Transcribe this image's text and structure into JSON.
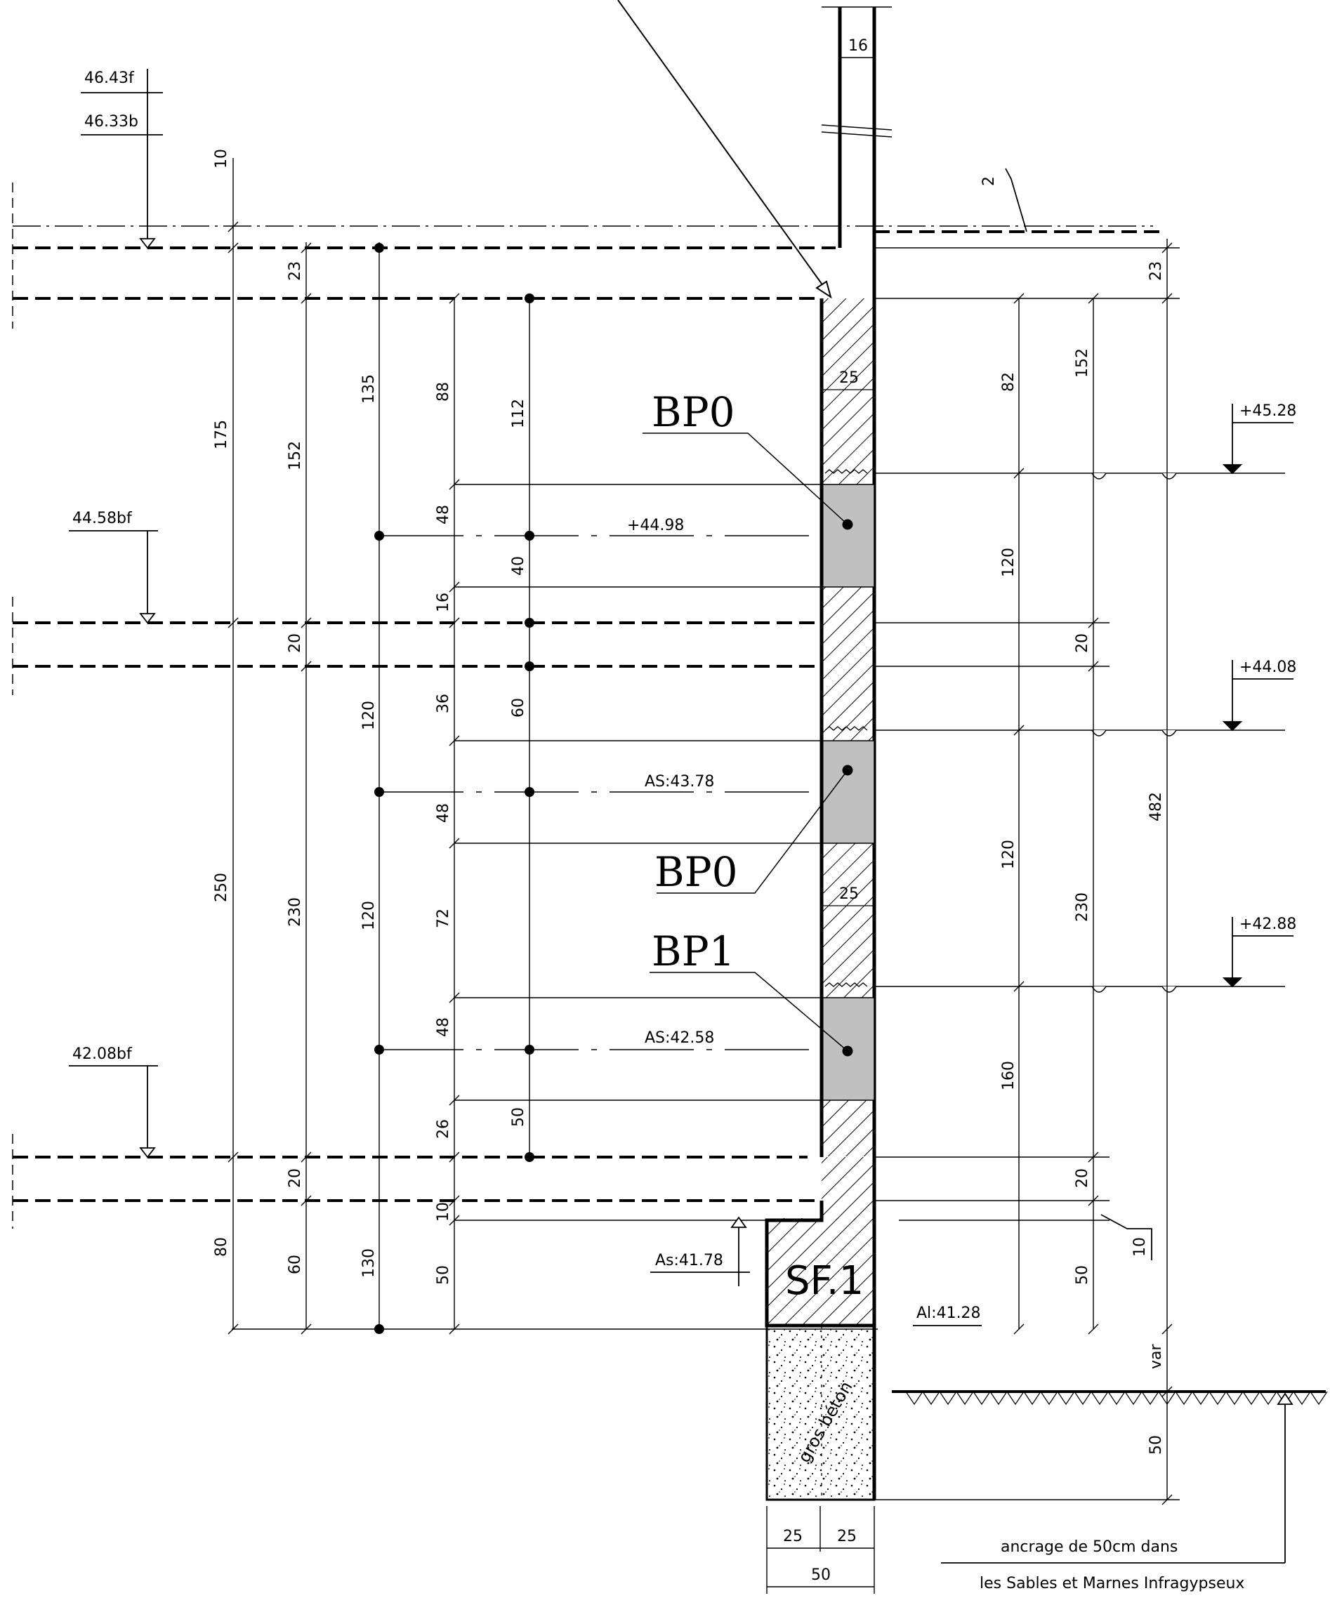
{
  "colors": {
    "ink": "#000000",
    "bond_beam_fill": "#c0c0c0",
    "background": "#ffffff"
  },
  "levels": {
    "top_f": "46.43f",
    "top_b": "46.33b",
    "mid_bf": "44.58bf",
    "low_bf": "42.08bf",
    "right_1": "+45.28",
    "right_2": "+44.08",
    "right_3": "+42.88",
    "axis_1": "+44.98",
    "axis_2": "AS:43.78",
    "axis_3": "AS:42.58",
    "as_footing": "As:41.78",
    "ai_footing": "Al:41.28"
  },
  "tags": {
    "bp_a": "BP0",
    "bp_b": "BP0",
    "bp_c": "BP1",
    "footing": "SF.1",
    "lean_concrete": "gros béton"
  },
  "dims": {
    "col1": [
      "10",
      "175",
      "250",
      "80"
    ],
    "col2": [
      "23",
      "152",
      "20",
      "230",
      "20",
      "60"
    ],
    "col3": [
      "135",
      "120",
      "120",
      "130"
    ],
    "col4": [
      "88",
      "48",
      "16",
      "36",
      "48",
      "72",
      "48",
      "26",
      "10",
      "50"
    ],
    "col5": [
      "112",
      "40",
      "60",
      "50"
    ],
    "wall": [
      "16",
      "25",
      "25"
    ],
    "right_a": [
      "82",
      "120",
      "120",
      "160"
    ],
    "right_b": [
      "152",
      "20",
      "230",
      "20",
      "50"
    ],
    "right_c": [
      "23",
      "482",
      "var",
      "50"
    ],
    "small_2": "2",
    "small_10": "10",
    "bottom": [
      "25",
      "25",
      "50"
    ]
  },
  "notes": {
    "anchor_line1": "ancrage de 50cm dans",
    "anchor_line2": "les Sables et Marnes Infragypseux"
  }
}
